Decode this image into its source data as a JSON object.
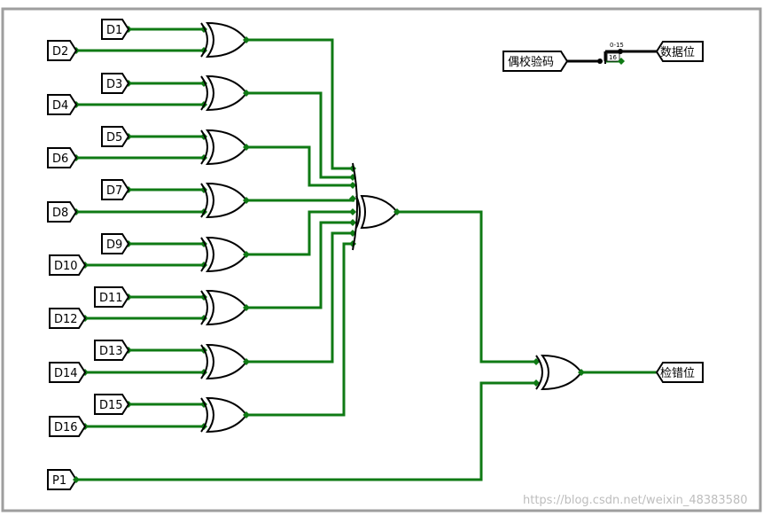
{
  "inputs": {
    "left_top": [
      "D1",
      "D3",
      "D5",
      "D7",
      "D9",
      "D11",
      "D13",
      "D15"
    ],
    "left_bottom": [
      "D2",
      "D4",
      "D6",
      "D8",
      "D10",
      "D12",
      "D14",
      "D16"
    ],
    "parity": "P1"
  },
  "output_label": "检错位",
  "bus": {
    "source_label": "偶校验码",
    "target_label": "数据位",
    "range_label": "0-15",
    "width_label": "16"
  },
  "watermark": "https://blog.csdn.net/weixin_48383580"
}
